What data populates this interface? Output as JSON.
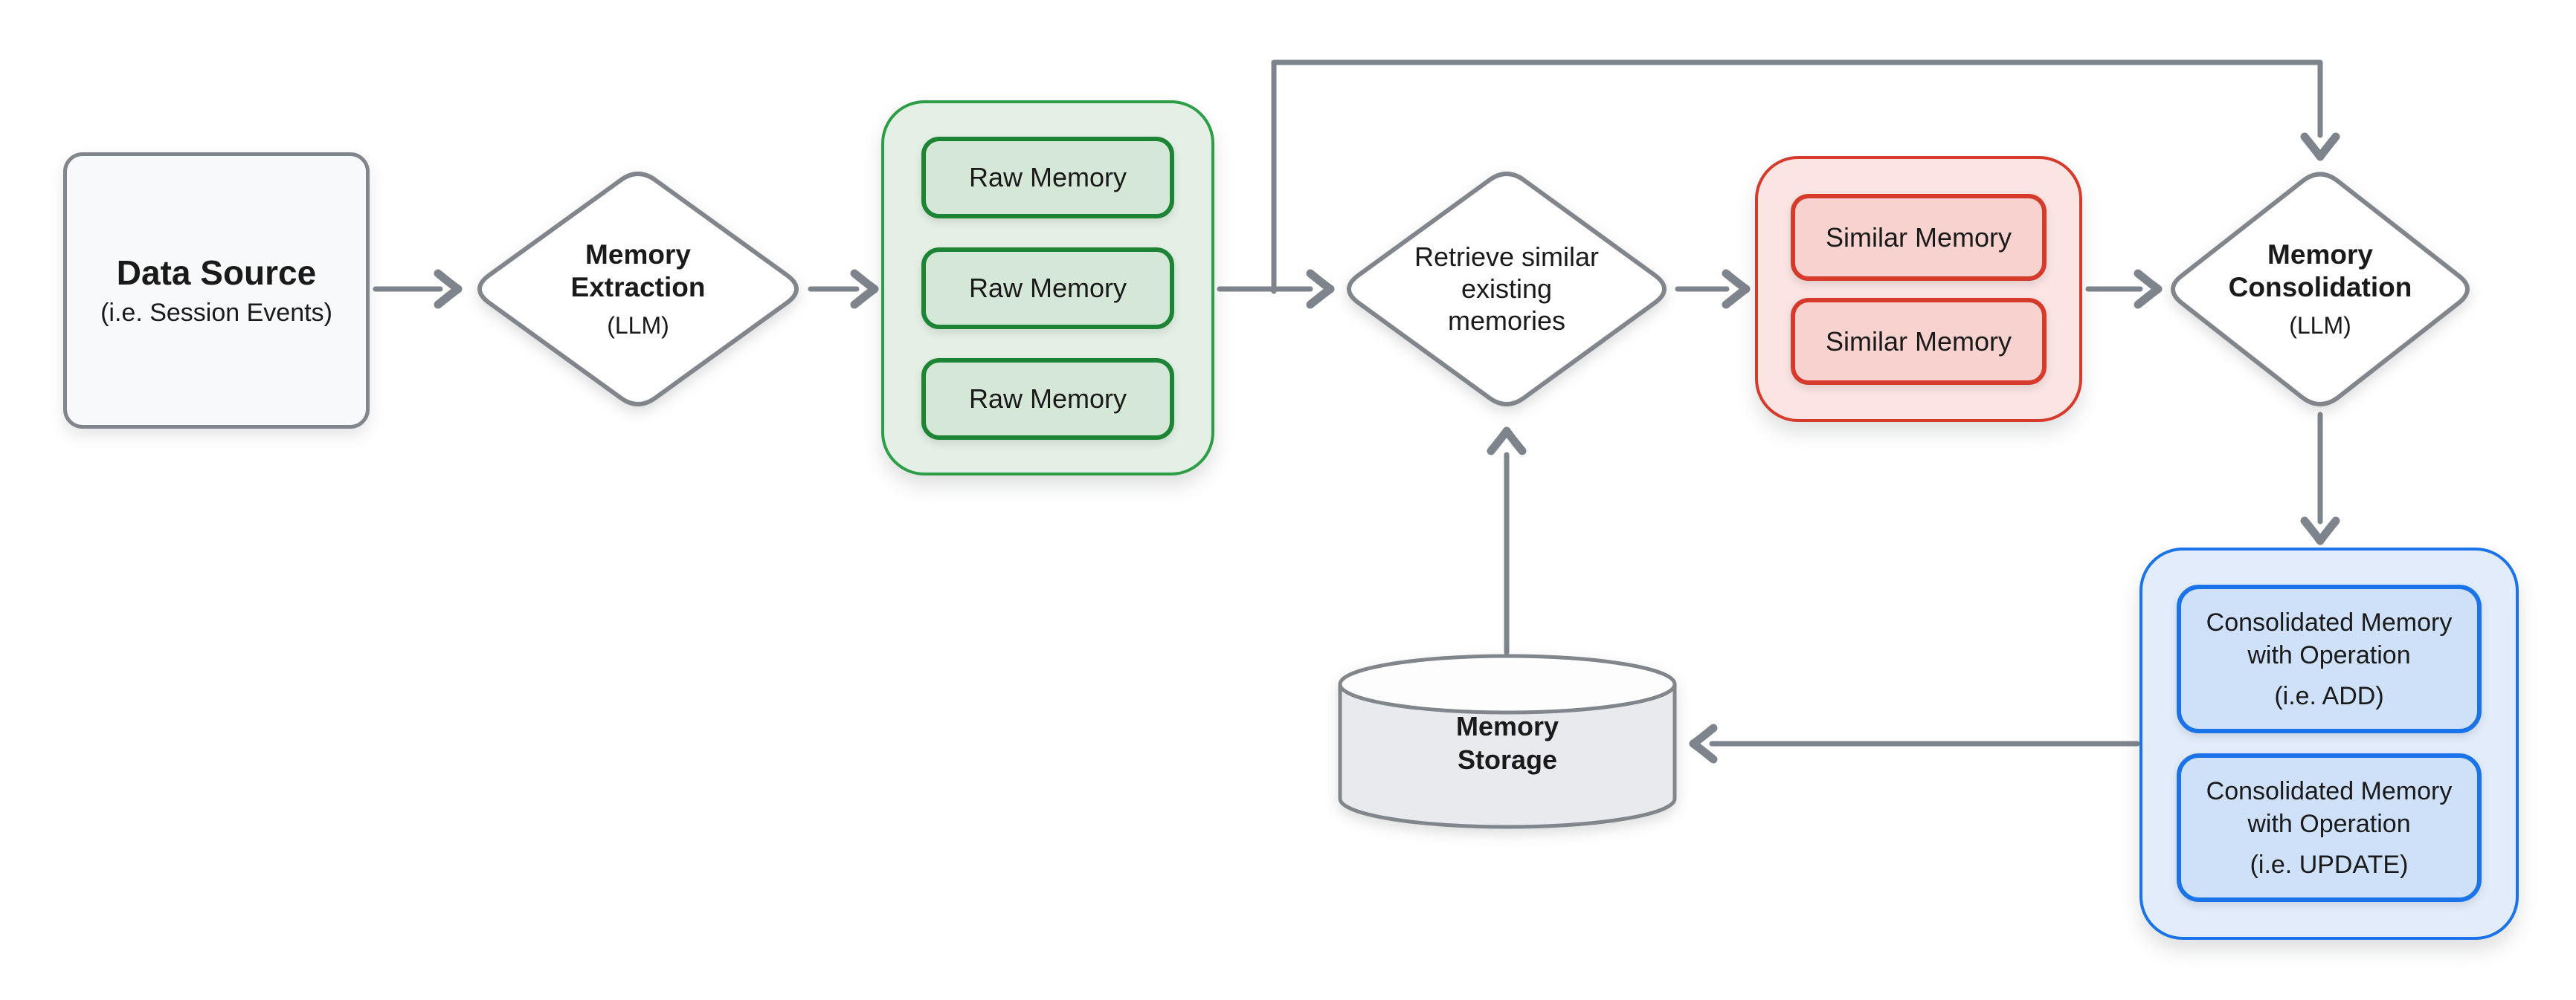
{
  "colors": {
    "text": "#1a1a1a",
    "connector_gray": "#7e848b",
    "node_border_gray": "#80868b",
    "node_fill_gray": "#f8f9fa",
    "cylinder_fill": "#e8eaed",
    "cylinder_top_fill": "#fdfdfe",
    "green_container_fill": "#e4f0e5",
    "green_container_border": "#2d9e47",
    "green_item_fill": "#d5e8d7",
    "green_item_border": "#1e8435",
    "red_container_fill": "#fbe4e2",
    "red_container_border": "#d53a2b",
    "red_item_fill": "#f8d2cf",
    "red_item_border": "#d53a2b",
    "blue_container_fill": "#e2ecfb",
    "blue_container_border": "#1a73e8",
    "blue_item_fill": "#cfe0f9",
    "blue_item_border": "#1a73e8"
  },
  "nodes": {
    "data_source": {
      "title": "Data Source",
      "subtitle": "(i.e. Session Events)"
    },
    "memory_extraction": {
      "line1": "Memory",
      "line2": "Extraction",
      "subtitle": "(LLM)"
    },
    "raw_memories": {
      "item1": "Raw Memory",
      "item2": "Raw Memory",
      "item3": "Raw Memory"
    },
    "retrieve_similar": {
      "line1": "Retrieve similar",
      "line2": "existing",
      "line3": "memories"
    },
    "similar_memories": {
      "item1": "Similar Memory",
      "item2": "Similar Memory"
    },
    "memory_consolidation": {
      "line1": "Memory",
      "line2": "Consolidation",
      "subtitle": "(LLM)"
    },
    "consolidated_memories": {
      "item1_line1": "Consolidated Memory",
      "item1_line2": "with Operation",
      "item1_subtitle": "(i.e. ADD)",
      "item2_line1": "Consolidated Memory",
      "item2_line2": "with Operation",
      "item2_subtitle": "(i.e. UPDATE)"
    },
    "memory_storage": {
      "line1": "Memory",
      "line2": "Storage"
    }
  }
}
